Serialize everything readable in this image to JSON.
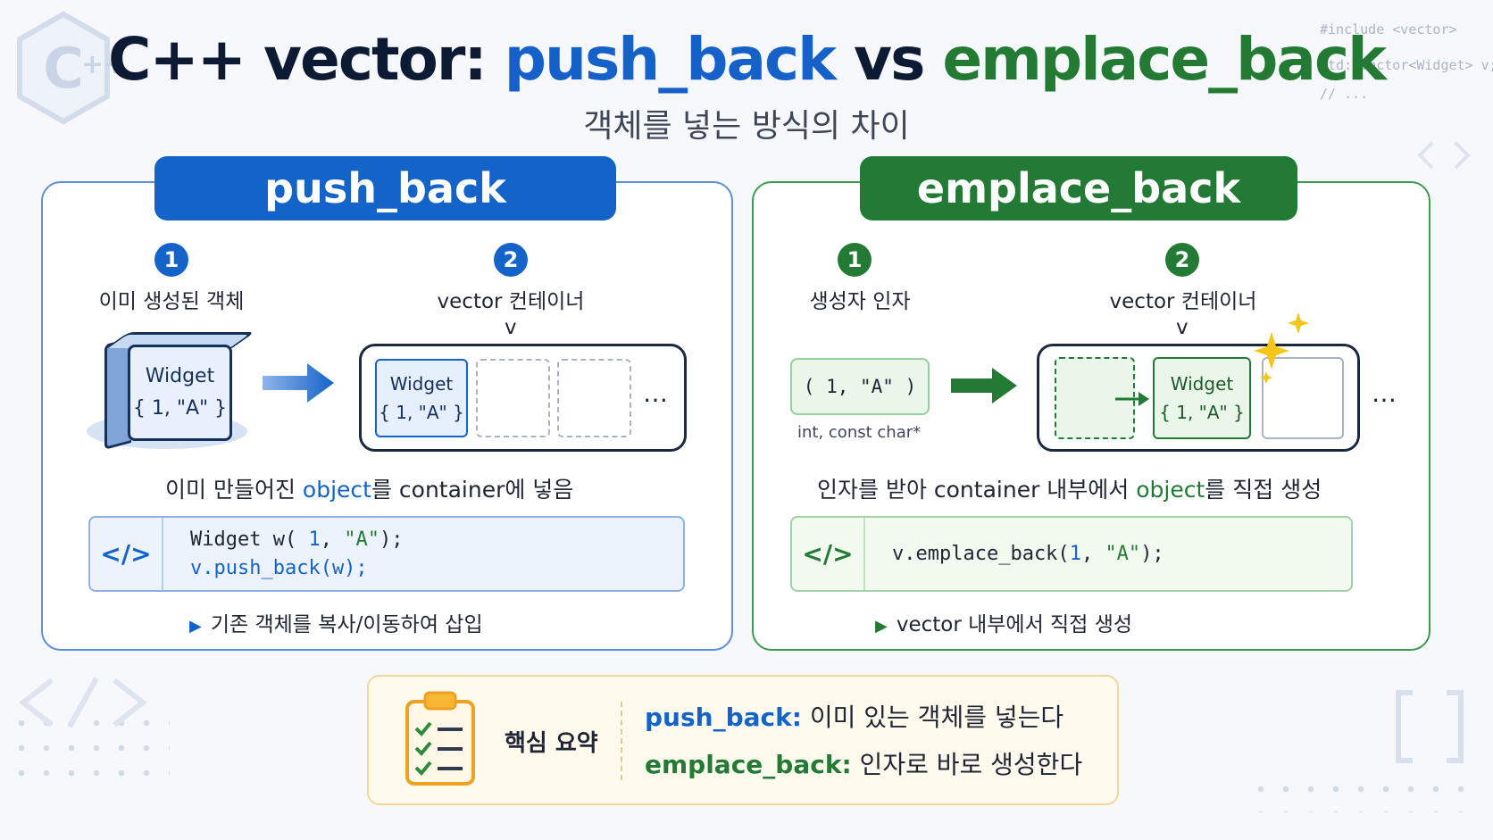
{
  "header": {
    "title_prefix": "C++ vector: ",
    "title_push": "push_back",
    "title_vs": " vs ",
    "title_emplace": "emplace_back",
    "subtitle": "객체를 넣는 방식의 차이"
  },
  "corner_code": [
    "#include <vector>",
    "std::vector<Widget> v;",
    "// ..."
  ],
  "logo": {
    "letter": "C",
    "plus": "++"
  },
  "push_back": {
    "tab": "push_back",
    "step1": {
      "num": "1",
      "label": "이미 생성된 객체"
    },
    "step2": {
      "num": "2",
      "label": "vector 컨테이너",
      "var": "v"
    },
    "object": {
      "name": "Widget",
      "args": "{ 1, \"A\" }"
    },
    "slot": {
      "name": "Widget",
      "args": "{ 1, \"A\" }"
    },
    "ellipsis": "…",
    "desc_before": "이미 만들어진 ",
    "desc_hl": "object",
    "desc_after": "를 container에 넣음",
    "code_icon": "</>",
    "code": {
      "l1_a": "Widget w( ",
      "l1_num": "1",
      "l1_b": ", ",
      "l1_str": "\"A\"",
      "l1_c": ");",
      "l2_a": "v.push_back(w);"
    },
    "note": "기존 객체를 복사/이동하여 삽입"
  },
  "emplace_back": {
    "tab": "emplace_back",
    "step1": {
      "num": "1",
      "label": "생성자 인자"
    },
    "step2": {
      "num": "2",
      "label": "vector 컨테이너",
      "var": "v"
    },
    "args": "( 1, \"A\" )",
    "args_type": "int, const char*",
    "slot": {
      "name": "Widget",
      "args": "{ 1, \"A\" }"
    },
    "ellipsis": "…",
    "desc_before": "인자를 받아 container 내부에서 ",
    "desc_hl": "object",
    "desc_after": "를 직접 생성",
    "code_icon": "</>",
    "code": {
      "a": "v.emplace_back(",
      "num": "1",
      "b": ", ",
      "str": "\"A\"",
      "c": ");"
    },
    "note": "vector 내부에서 직접 생성"
  },
  "summary": {
    "heading": "핵심 요약",
    "push_key": "push_back:",
    "push_text": " 이미 있는 객체를 넣는다",
    "emplace_key": "emplace_back:",
    "emplace_text": " 인자로 바로 생성한다"
  },
  "colors": {
    "blue": "#1463c8",
    "green": "#237a35",
    "navy": "#0d1a33",
    "amber": "#f2d79a"
  },
  "icons": [
    "cpp-logo-icon",
    "arrow-right-icon",
    "code-icon",
    "sparkle-icon",
    "clipboard-checklist-icon",
    "angle-brackets-icon",
    "square-brackets-icon"
  ]
}
